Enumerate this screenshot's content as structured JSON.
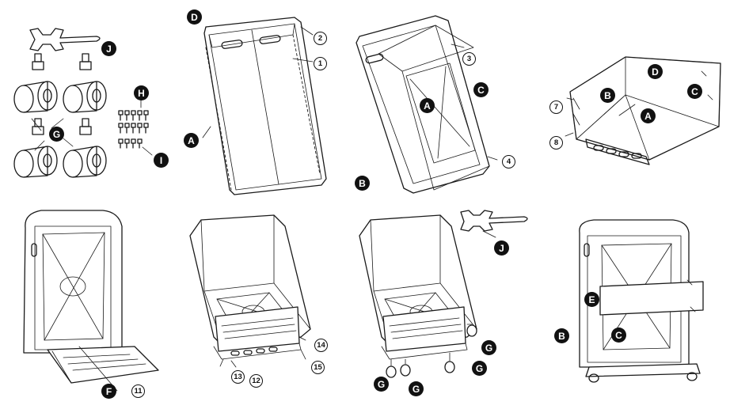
{
  "steps": [
    {
      "id": "parts",
      "letters": [
        "J",
        "H",
        "G",
        "I"
      ],
      "numbers": []
    },
    {
      "id": "step-1",
      "letters": [
        "D",
        "A"
      ],
      "numbers": [
        "2",
        "1"
      ]
    },
    {
      "id": "step-2",
      "letters": [
        "A",
        "C",
        "B"
      ],
      "numbers": [
        "3",
        "4"
      ]
    },
    {
      "id": "step-3",
      "letters": [
        "D",
        "B",
        "C",
        "A"
      ],
      "numbers": [
        "7",
        "8"
      ]
    },
    {
      "id": "step-4",
      "letters": [
        "F"
      ],
      "numbers": [
        "11"
      ]
    },
    {
      "id": "step-5",
      "letters": [],
      "numbers": [
        "14",
        "13",
        "12",
        "15"
      ]
    },
    {
      "id": "step-6",
      "letters": [
        "J",
        "G",
        "G",
        "G",
        "G"
      ],
      "numbers": []
    },
    {
      "id": "step-7",
      "letters": [
        "E",
        "B",
        "C"
      ],
      "numbers": []
    }
  ]
}
